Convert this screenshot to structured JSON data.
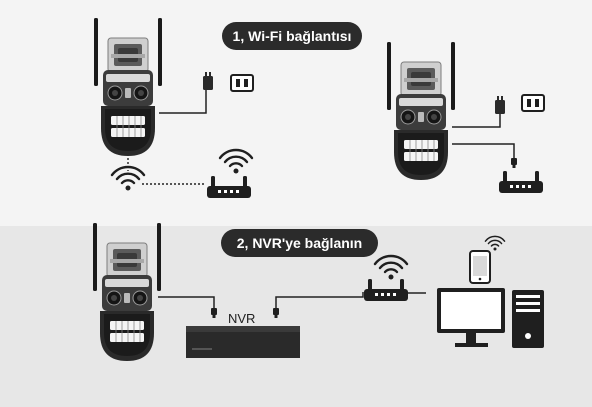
{
  "section1": {
    "title": "1, Wi-Fi bağlantısı"
  },
  "section2": {
    "title": "2, NVR'ye bağlanın",
    "nvr_label": "NVR"
  },
  "colors": {
    "pill_background": "#2b2b2b",
    "pill_text": "#ffffff",
    "top_background": "#f4f4f4",
    "bottom_background": "#e7e7e7",
    "device_dark": "#1f1f1f",
    "line": "#222222"
  },
  "icons": [
    "security-camera-icon",
    "power-adapter-icon",
    "wall-outlet-icon",
    "wifi-icon",
    "router-icon",
    "nvr-recorder-icon",
    "smartphone-icon",
    "monitor-icon",
    "pc-tower-icon"
  ]
}
